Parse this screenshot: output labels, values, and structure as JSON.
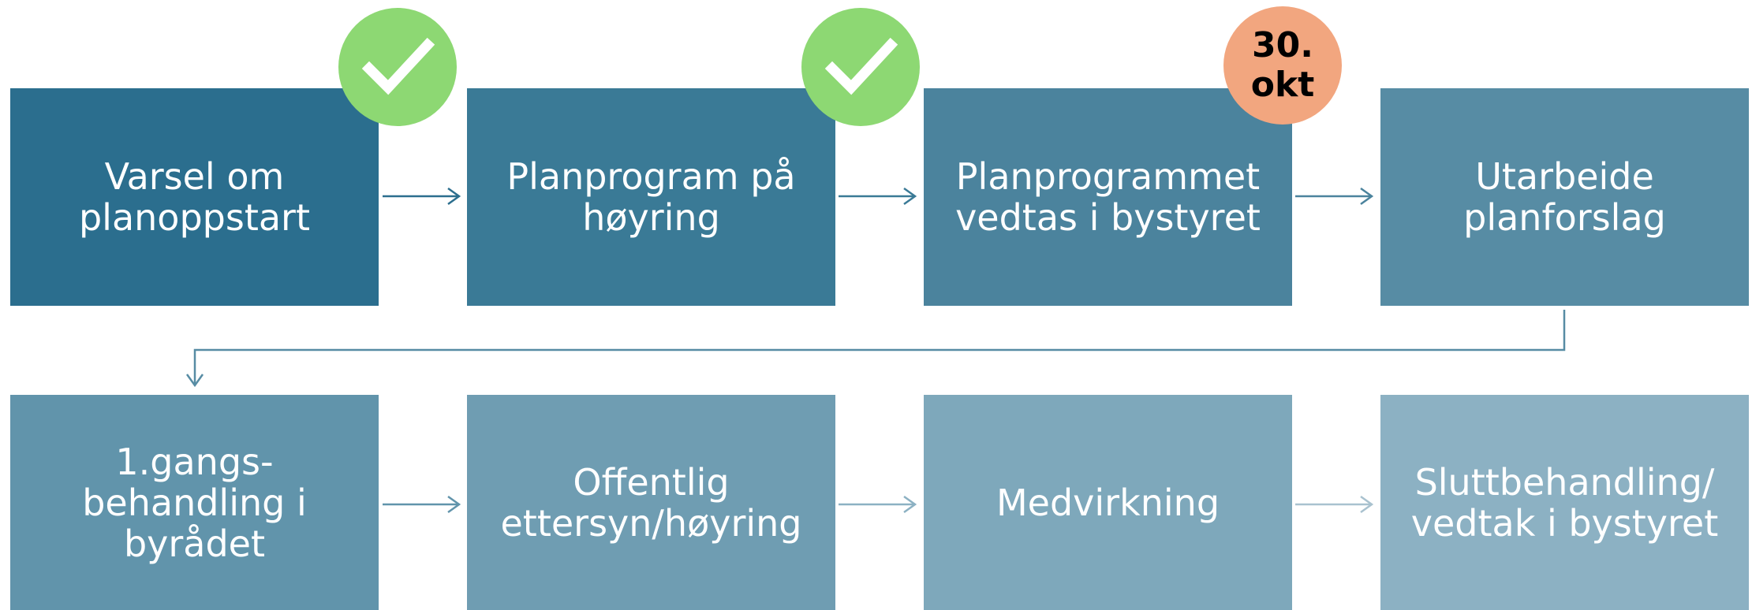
{
  "row1": [
    {
      "id": "varsel",
      "lines": [
        "Varsel om",
        "planoppstart"
      ],
      "color": "#2b6e8e"
    },
    {
      "id": "horing",
      "lines": [
        "Planprogram på",
        "høyring"
      ],
      "color": "#3a7a96"
    },
    {
      "id": "vedtas",
      "lines": [
        "Planprogrammet",
        "vedtas i bystyret"
      ],
      "color": "#4b839d"
    },
    {
      "id": "utarbeide",
      "lines": [
        "Utarbeide",
        "planforslag"
      ],
      "color": "#578ca4"
    }
  ],
  "row2": [
    {
      "id": "forstegang",
      "lines": [
        "1.gangs-",
        "behandling i",
        "byrådet"
      ],
      "color": "#6194ab"
    },
    {
      "id": "offentlig",
      "lines": [
        "Offentlig",
        "ettersyn/høyring"
      ],
      "color": "#6f9db2"
    },
    {
      "id": "medvirkning",
      "lines": [
        "Medvirkning"
      ],
      "color": "#7ea8bb"
    },
    {
      "id": "slutt",
      "lines": [
        "Sluttbehandling/",
        "vedtak i bystyret"
      ],
      "color": "#8cb1c3"
    }
  ],
  "badges": {
    "step1": {
      "status": "completed",
      "icon": "checkmark-icon"
    },
    "step2": {
      "status": "completed",
      "icon": "checkmark-icon"
    },
    "step3": {
      "status": "scheduled",
      "line1": "30.",
      "line2": "okt"
    }
  },
  "colors": {
    "completed_badge": "#8dd873",
    "date_badge": "#f2a67f",
    "arrow_dark": "#2b6e8e",
    "arrow_light": "#a9c2cf"
  }
}
